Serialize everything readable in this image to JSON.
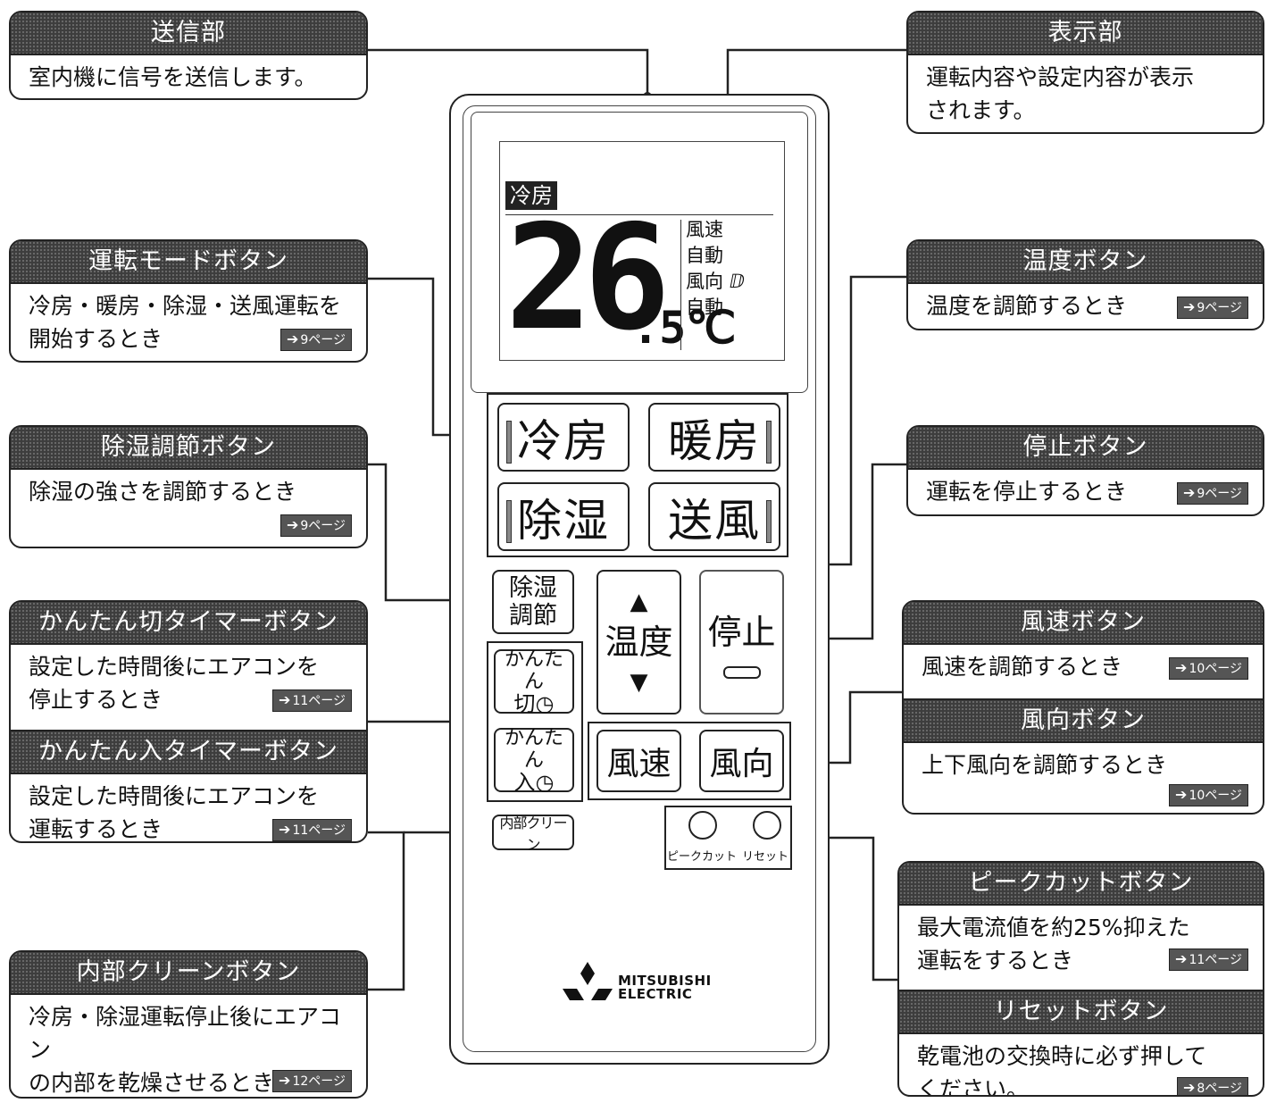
{
  "callouts": {
    "transmitter": {
      "title": "送信部",
      "body": "室内機に信号を送信します。"
    },
    "display": {
      "title": "表示部",
      "body": [
        "運転内容や設定内容が表示",
        "されます。"
      ]
    },
    "mode_button": {
      "title": "運転モードボタン",
      "body": [
        "冷房・暖房・除湿・送風運転を",
        "開始するとき"
      ],
      "page": "9ページ"
    },
    "dehumid_button": {
      "title": "除湿調節ボタン",
      "body": [
        "除湿の強さを調節するとき"
      ],
      "page": "9ページ"
    },
    "off_timer": {
      "title": "かんたん切タイマーボタン",
      "body": [
        "設定した時間後にエアコンを",
        "停止するとき"
      ],
      "page": "11ページ"
    },
    "on_timer": {
      "title": "かんたん入タイマーボタン",
      "body": [
        "設定した時間後にエアコンを",
        "運転するとき"
      ],
      "page": "11ページ"
    },
    "clean_button": {
      "title": "内部クリーンボタン",
      "body": [
        "冷房・除湿運転停止後にエアコン",
        "の内部を乾燥させるとき"
      ],
      "page": "12ページ"
    },
    "temp_button": {
      "title": "温度ボタン",
      "body": [
        "温度を調節するとき"
      ],
      "page": "9ページ"
    },
    "stop_button": {
      "title": "停止ボタン",
      "body": [
        "運転を停止するとき"
      ],
      "page": "9ページ"
    },
    "fan_speed": {
      "title": "風速ボタン",
      "body": [
        "風速を調節するとき"
      ],
      "page": "10ページ"
    },
    "fan_direction": {
      "title": "風向ボタン",
      "body": [
        "上下風向を調節するとき"
      ],
      "page": "10ページ"
    },
    "peak_cut": {
      "title": "ピークカットボタン",
      "body": [
        "最大電流値を約25%抑えた",
        "運転をするとき"
      ],
      "page": "11ページ"
    },
    "reset": {
      "title": "リセットボタン",
      "body": [
        "乾電池の交換時に必ず押して",
        "ください。"
      ],
      "page": "8ページ"
    }
  },
  "lcd": {
    "mode": "冷房",
    "temp_int": "26",
    "temp_dec": ".5℃",
    "status": [
      "風速",
      "自動",
      "風向 ⅅ",
      "自動"
    ]
  },
  "buttons": {
    "cool": "冷房",
    "heat": "暖房",
    "dehumid": "除湿",
    "fan": "送風",
    "dehumid_adjust": [
      "除湿",
      "調節"
    ],
    "off_timer": [
      "かんたん",
      "切◷"
    ],
    "on_timer": [
      "かんたん",
      "入◷"
    ],
    "clean": "内部クリーン",
    "temp": "温度",
    "stop": "停止",
    "fan_speed": "風速",
    "fan_direction": "風向",
    "peak_cut": "ピークカット",
    "reset": "リセット"
  },
  "logo": {
    "line1": "MITSUBISHI",
    "line2": "ELECTRIC"
  }
}
